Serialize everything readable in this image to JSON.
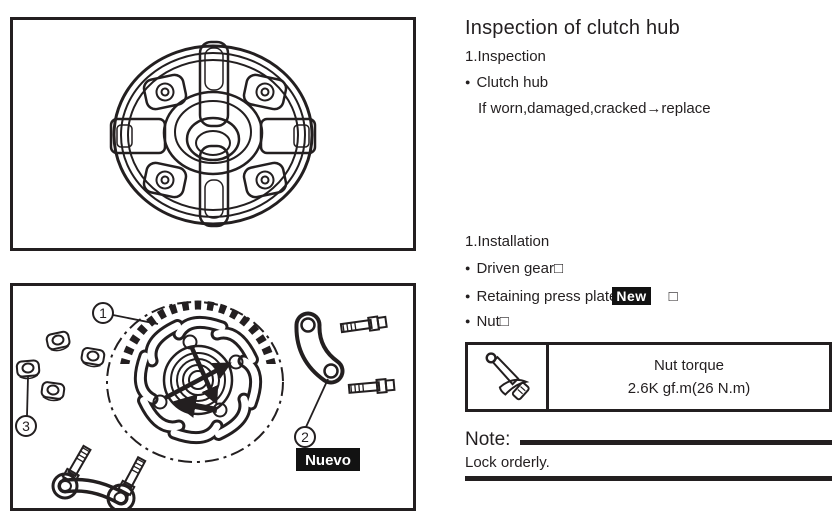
{
  "ui": {
    "bullet": "●"
  },
  "header": {
    "title": "Inspection of clutch hub"
  },
  "inspection": {
    "step": "1.Inspection",
    "item": "Clutch hub",
    "condition": "If worn,damaged,cracked→replace"
  },
  "installation": {
    "step": "1.Installation",
    "item_driven_gear": "Driven gear□",
    "item_retaining_plate": "Retaining press plate",
    "item_retaining_plate_badge": "New",
    "item_retaining_plate_suffix": "□",
    "item_nut": "Nut□"
  },
  "torque": {
    "title": "Nut torque",
    "value": "2.6K gf.m(26 N.m)",
    "icon": "torque-wrench-icon"
  },
  "note": {
    "label": "Note:",
    "text": "Lock orderly."
  },
  "figure_top": {
    "name": "clutch-hub-illustration"
  },
  "figure_bottom": {
    "name": "driven-gear-assembly-illustration",
    "callout_1": "1",
    "callout_2": "2",
    "callout_3": "3",
    "badge": "Nuevo"
  },
  "colors": {
    "ink": "#231f20",
    "paper": "#ffffff"
  }
}
